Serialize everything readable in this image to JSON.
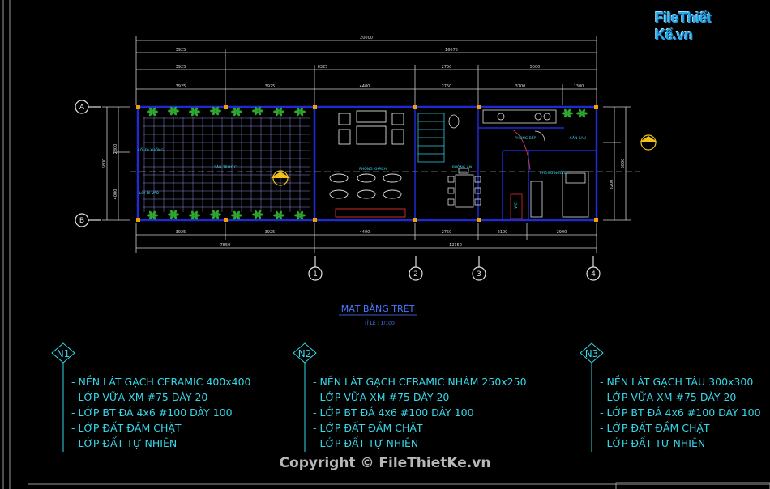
{
  "watermark": {
    "logo_text": "FileThiết Kế.vn",
    "copyright": "Copyright © FileThietKe.vn"
  },
  "drawing": {
    "title": "MẶT BẰNG TRỆT",
    "scale": "TỈ LỆ : 1/100",
    "dims_top_total": "20000",
    "dims_top_mid": [
      "3925",
      "16075"
    ],
    "dims_top_row2": [
      "3925",
      "6325",
      "2750",
      "5000"
    ],
    "dims_top_row3": [
      "3925",
      "3925",
      "4400",
      "2750",
      "3700",
      "1300"
    ],
    "dims_bottom_row1": [
      "3925",
      "3925",
      "4400",
      "2750",
      "2100",
      "2900"
    ],
    "dims_bottom_row2": [
      "7850",
      "12150"
    ],
    "dims_left": [
      "2800",
      "4000",
      "6800"
    ],
    "dims_right": [
      "6800",
      "3200"
    ],
    "grid_axes": {
      "left_top": "A",
      "left_bottom": "B",
      "bottom": [
        "1",
        "2",
        "3",
        "4"
      ]
    },
    "room_labels": [
      "LỐI ĐI XUỐNG",
      "SÂN TRƯỚC",
      "LỐI ĐI VÀO",
      "PHÒNG KHÁCH",
      "PHÒNG ĂN",
      "PHÒNG BẾP",
      "PHÒNG NGỦ 1",
      "SÂN SAU",
      "WC"
    ],
    "notes": [
      {
        "code": "N1",
        "lines": [
          "- NỀN LÁT GẠCH CERAMIC 400x400",
          "- LỚP VỮA XM #75 DÀY 20",
          "- LỚP BT ĐÁ 4x6 #100 DÀY 100",
          "- LỚP ĐẤT ĐẦM CHẶT",
          "- LỚP ĐẤT TỰ NHIÊN"
        ]
      },
      {
        "code": "N2",
        "lines": [
          "- NỀN LÁT GẠCH CERAMIC NHÁM 250x250",
          "- LỚP VỮA XM #75 DÀY 20",
          "- LỚP BT ĐÁ 4x6 #100 DÀY 100",
          "- LỚP ĐẤT ĐẦM CHẶT",
          "- LỚP ĐẤT TỰ NHIÊN"
        ]
      },
      {
        "code": "N3",
        "lines": [
          "- NỀN LÁT GẠCH TÀU 300x300",
          "- LỚP VỮA XM #75 DÀY 20",
          "- LỚP BT ĐÁ 4x6 #100 DÀY 100",
          "- LỚP ĐẤT ĐẦM CHẶT",
          "- LỚP ĐẤT TỰ NHIÊN"
        ]
      }
    ],
    "colors": {
      "background": "#000000",
      "dim_line": "#d8d8d8",
      "wall": "#1c2bd6",
      "column": "#f0a000",
      "plant": "#2fa82f",
      "furniture": "#dcdcdc",
      "text_cyan": "#35d8e8",
      "title_blue": "#4a78ff"
    }
  }
}
